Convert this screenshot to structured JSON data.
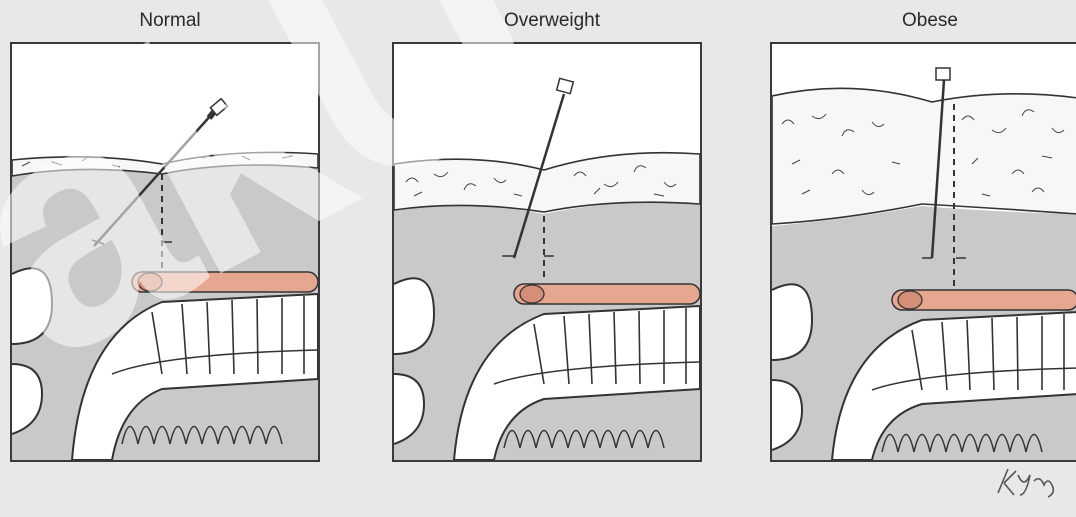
{
  "figure": {
    "panels": [
      {
        "id": "normal",
        "label": "Normal"
      },
      {
        "id": "overweight",
        "label": "Overweight"
      },
      {
        "id": "obese",
        "label": "Obese"
      }
    ],
    "signature": "KYang"
  },
  "colors": {
    "background": "#e9e8e6",
    "cavity": "#c9c9c9",
    "tissue_fill": "#f7f7f7",
    "vessel": "#e6a791",
    "outline": "#3a3a3a"
  }
}
